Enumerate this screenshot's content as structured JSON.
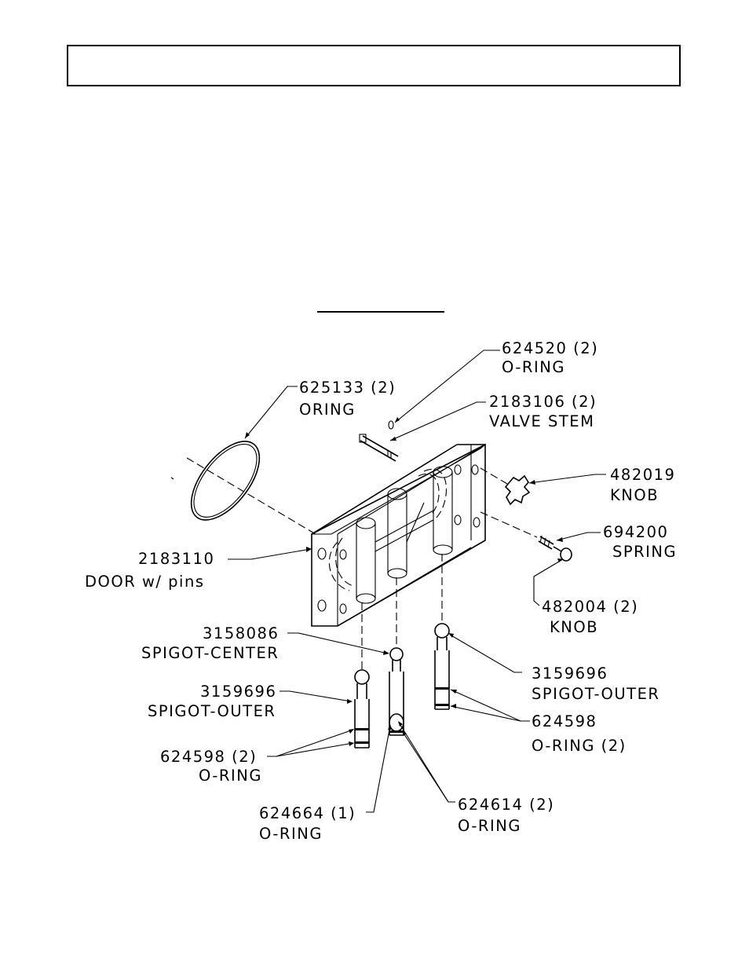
{
  "header": {
    "title": ""
  },
  "callouts": {
    "oring_624520": {
      "part": "624520 (2)",
      "desc": "O-RING"
    },
    "valve_stem": {
      "part": "2183106 (2)",
      "desc": "VALVE STEM"
    },
    "oring_625133": {
      "part": "625133 (2)",
      "desc": "ORING"
    },
    "knob_482019": {
      "part": "482019",
      "desc": "KNOB"
    },
    "spring_694200": {
      "part": "694200",
      "desc": "SPRING"
    },
    "door": {
      "part": "2183110",
      "desc": "DOOR w/ pins"
    },
    "knob_482004": {
      "part": "482004 (2)",
      "desc": "KNOB"
    },
    "spigot_center": {
      "part": "3158086",
      "desc": "SPIGOT-CENTER"
    },
    "spigot_outer_right": {
      "part": "3159696",
      "desc": "SPIGOT-OUTER"
    },
    "spigot_outer_left": {
      "part": "3159696",
      "desc": "SPIGOT-OUTER"
    },
    "oring_624598_right": {
      "part": "624598",
      "desc": "O-RING (2)"
    },
    "oring_624598_left": {
      "part": "624598 (2)",
      "desc": "O-RING"
    },
    "oring_624664": {
      "part": "624664 (1)",
      "desc": "O-RING"
    },
    "oring_624614": {
      "part": "624614 (2)",
      "desc": "O-RING"
    }
  }
}
